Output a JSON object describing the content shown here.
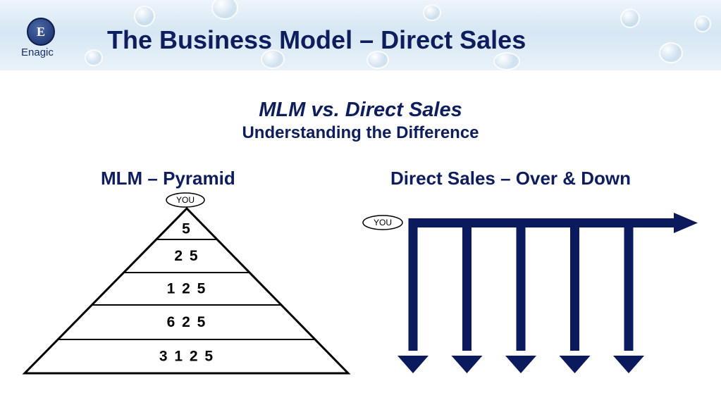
{
  "header": {
    "title": "The Business Model – Direct Sales",
    "logo_text": "Enagic",
    "logo_mark": "E"
  },
  "subtitle": {
    "line1": "MLM vs. Direct Sales",
    "line2": "Understanding the Difference"
  },
  "pyramid": {
    "heading": "MLM – Pyramid",
    "top_label": "YOU",
    "levels": [
      "5",
      "2 5",
      "1 2 5",
      "6 2 5",
      "3 1 2 5"
    ]
  },
  "direct": {
    "heading": "Direct Sales – Over & Down",
    "start_label": "YOU",
    "down_arrows": 5
  },
  "colors": {
    "navy": "#0e1d5e",
    "arrow": "#0b1a5c"
  }
}
